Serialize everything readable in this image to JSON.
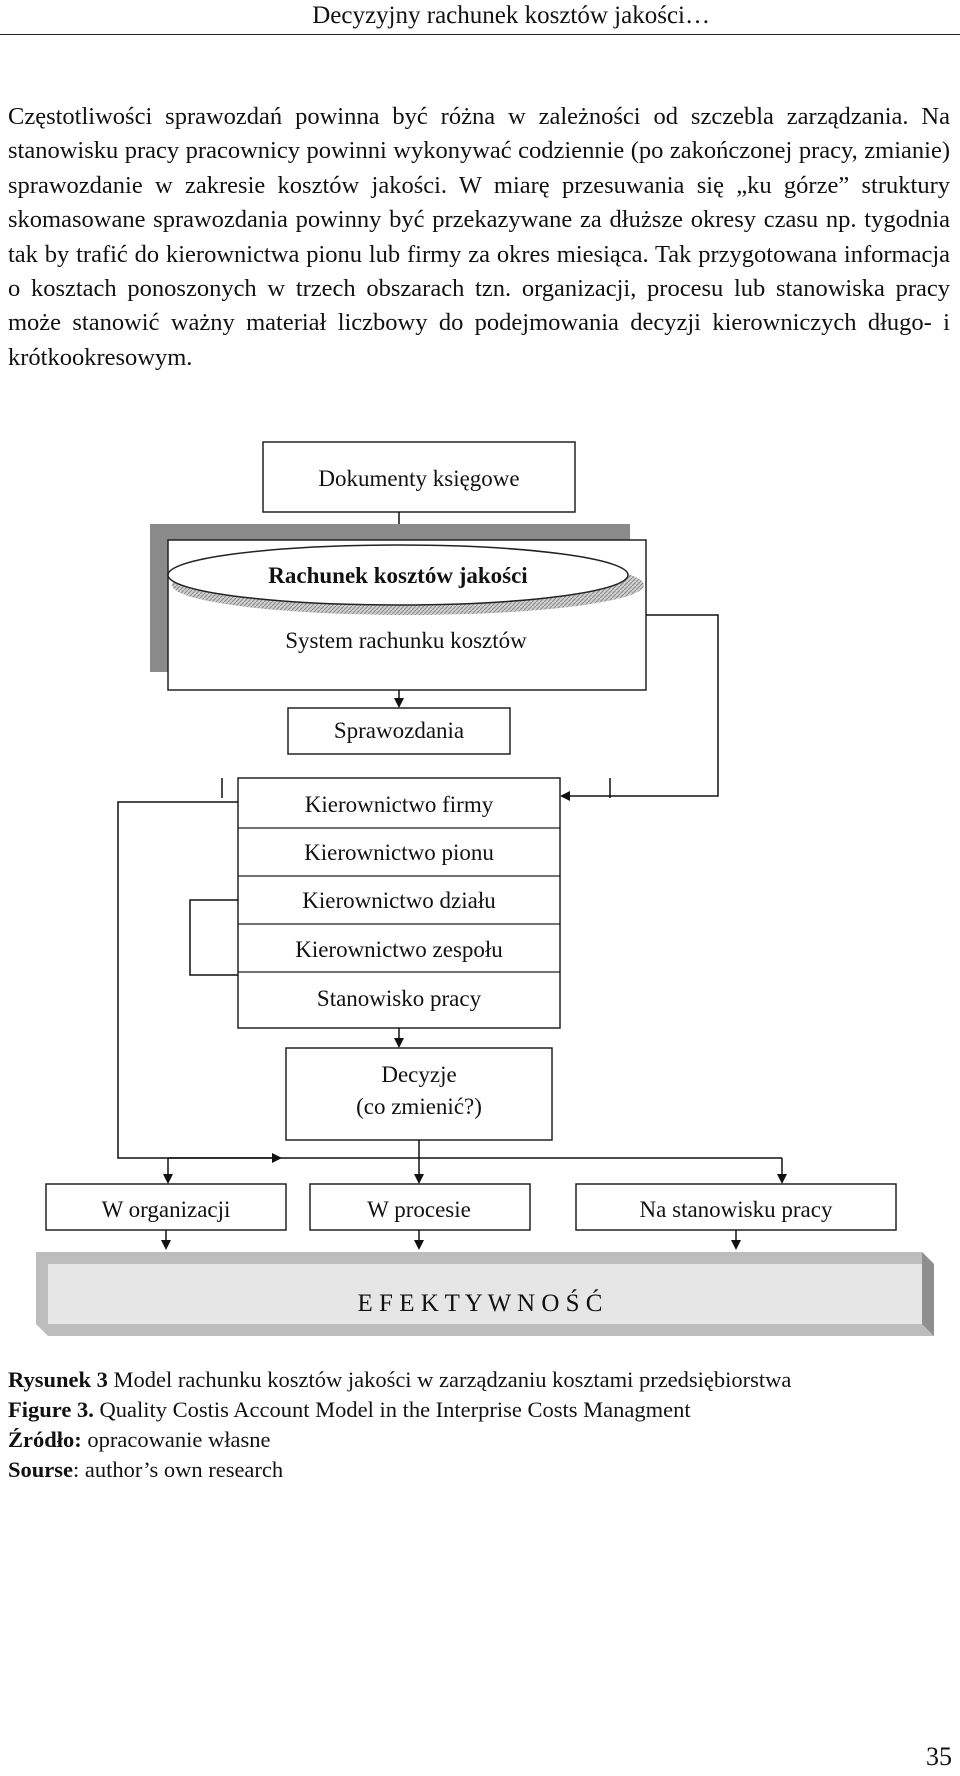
{
  "header": {
    "running_title": "Decyzyjny rachunek kosztów jakości…"
  },
  "body_text": "Częstotliwości sprawozdań powinna być różna w zależności od szczebla zarządzania. Na stanowisku pracy pracownicy powinni wykonywać codziennie (po zakończonej pracy, zmianie) sprawozdanie w zakresie kosztów jakości. W miarę przesuwania się „ku górze” struktury skomasowane sprawozdania powinny być przekazywane za dłuższe okresy czasu np. tygodnia tak by trafić do kierownictwa pionu lub firmy za okres miesiąca. Tak przygotowana informacja o kosztach ponoszonych w trzech obszarach tzn. organizacji, procesu lub stanowiska pracy może stanowić ważny materiał liczbowy do podejmowania decyzji kierowniczych długo- i krótkookresowym.",
  "diagram": {
    "dokumenty": "Dokumenty księgowe",
    "rachunek": "Rachunek kosztów jakości",
    "system": "System rachunku kosztów",
    "sprawozdania": "Sprawozdania",
    "levels": [
      "Kierownictwo firmy",
      "Kierownictwo pionu",
      "Kierownictwo działu",
      "Kierownictwo zespołu",
      "Stanowisko pracy"
    ],
    "decyzje_line1": "Decyzje",
    "decyzje_line2": "(co zmienić?)",
    "areas": [
      "W organizacji",
      "W procesie",
      "Na stanowisku pracy"
    ],
    "efektywnosc": "E F E K T Y W N O Ś Ć"
  },
  "caption": {
    "rys_label": "Rysunek 3",
    "rys_text": " Model rachunku kosztów jakości w zarządzaniu kosztami przedsiębiorstwa",
    "fig_label": "Figure 3.",
    "fig_text": " Quality Costis Account Model in the Interprise Costs Managment",
    "src_label": "Źródło:",
    "src_text": " opracowanie własne",
    "srce_label": "Sourse",
    "srce_text": ": author’s own research"
  },
  "page_number": "35"
}
